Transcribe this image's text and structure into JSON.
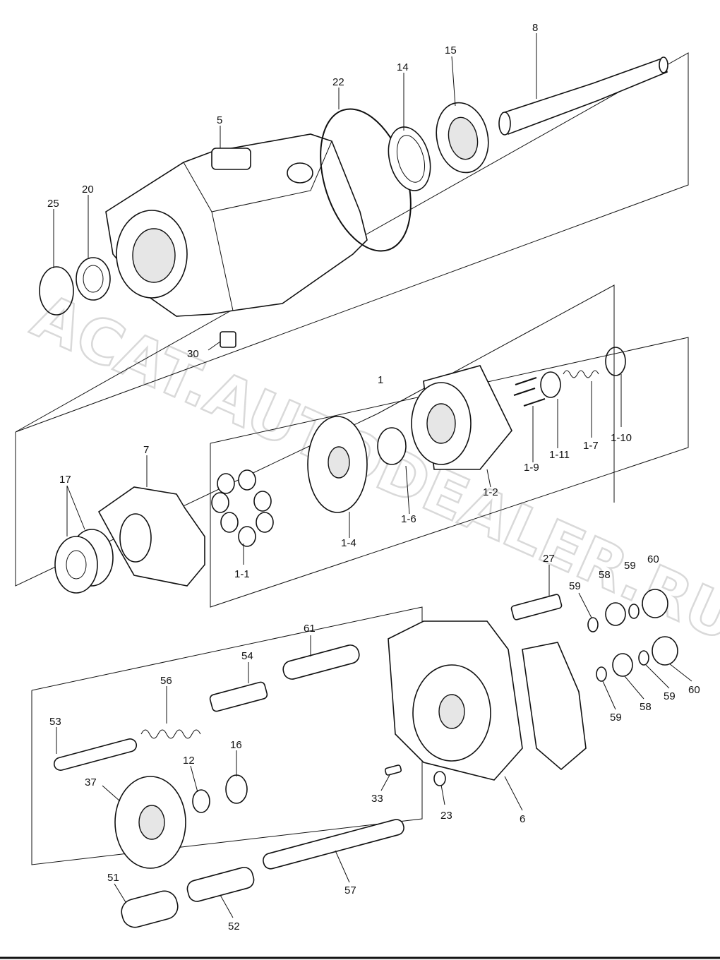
{
  "watermark": "ACAT.AUTODEALER.RU",
  "labels": {
    "p8": "8",
    "p15": "15",
    "p14": "14",
    "p22": "22",
    "p5": "5",
    "p20": "20",
    "p25": "25",
    "p30": "30",
    "p1": "1",
    "p7": "7",
    "p17": "17",
    "p1_1": "1-1",
    "p1_4": "1-4",
    "p1_6": "1-6",
    "p1_2": "1-2",
    "p1_9": "1-9",
    "p1_11": "1-11",
    "p1_7": "1-7",
    "p1_10": "1-10",
    "p27": "27",
    "p59a": "59",
    "p58a": "58",
    "p59b": "59",
    "p60a": "60",
    "p61": "61",
    "p54": "54",
    "p56": "56",
    "p53": "53",
    "p16": "16",
    "p12": "12",
    "p37": "37",
    "p33": "33",
    "p23": "23",
    "p6": "6",
    "p59c": "59",
    "p58b": "58",
    "p59d": "59",
    "p60b": "60",
    "p51": "51",
    "p52": "52",
    "p57": "57"
  }
}
